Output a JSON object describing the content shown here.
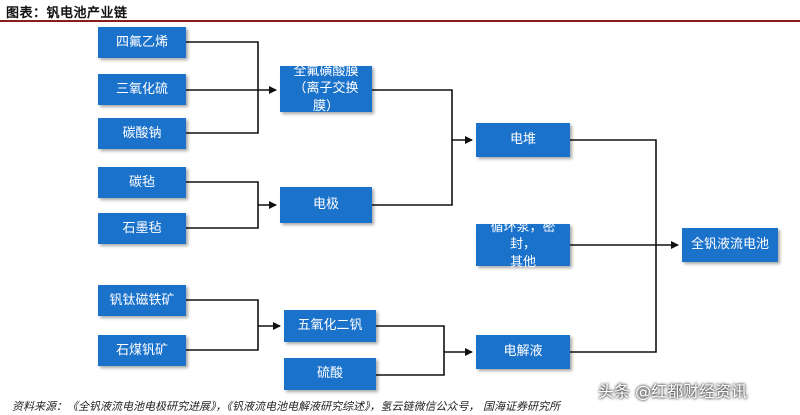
{
  "title": "图表：钒电池产业链",
  "nodes": {
    "ptfe": "四氟乙烯",
    "so3": "三氧化硫",
    "na2co3": "碳酸钠",
    "carbon_felt": "碳毡",
    "graphite_felt": "石墨毡",
    "membrane_l1": "全氟磺酸膜",
    "membrane_l2": "（离子交换膜）",
    "electrode": "电极",
    "stack": "电堆",
    "pump_l1": "循环泵，密封，",
    "pump_l2": "其他",
    "vrfb": "全钒液流电池",
    "vti_ore": "钒钛磁铁矿",
    "stone_coal": "石煤钒矿",
    "v2o5": "五氧化二钒",
    "h2so4": "硫酸",
    "electrolyte": "电解液"
  },
  "footer": "资料来源：《全钒液流电池电极研究进展》，《钒液流电池电解液研究综述》，氢云链微信公众号，   国海证券研究所",
  "watermark": "头条 @红都财经资讯",
  "colors": {
    "node": "#1b72cb",
    "line": "#111111",
    "rule": "#8a1c1c"
  }
}
